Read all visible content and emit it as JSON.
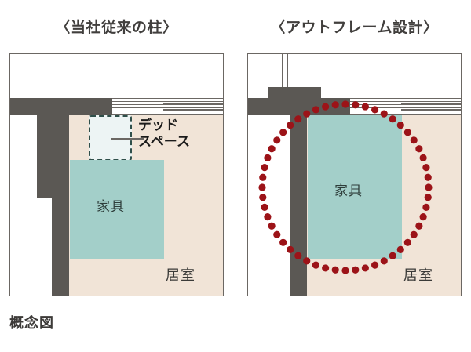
{
  "caption": "概念図",
  "panels": [
    {
      "id": "conventional",
      "title": "〈当社従来の柱〉",
      "labels": {
        "furniture": "家具",
        "room": "居室",
        "deadspace_line1": "デッド",
        "deadspace_line2": "スペース"
      }
    },
    {
      "id": "outframe",
      "title": "〈アウトフレーム設計〉",
      "labels": {
        "furniture": "家具",
        "room": "居室"
      }
    }
  ],
  "colors": {
    "wall": "#5b5854",
    "room": "#f1e4d7",
    "furniture": "#a3cfc9",
    "deadspace_fill": "#edf4f4",
    "deadspace_border": "#2f4f4a",
    "highlight_circle": "#9c1318",
    "panel_border": "#6b6763",
    "title_text": "#413f3d"
  }
}
